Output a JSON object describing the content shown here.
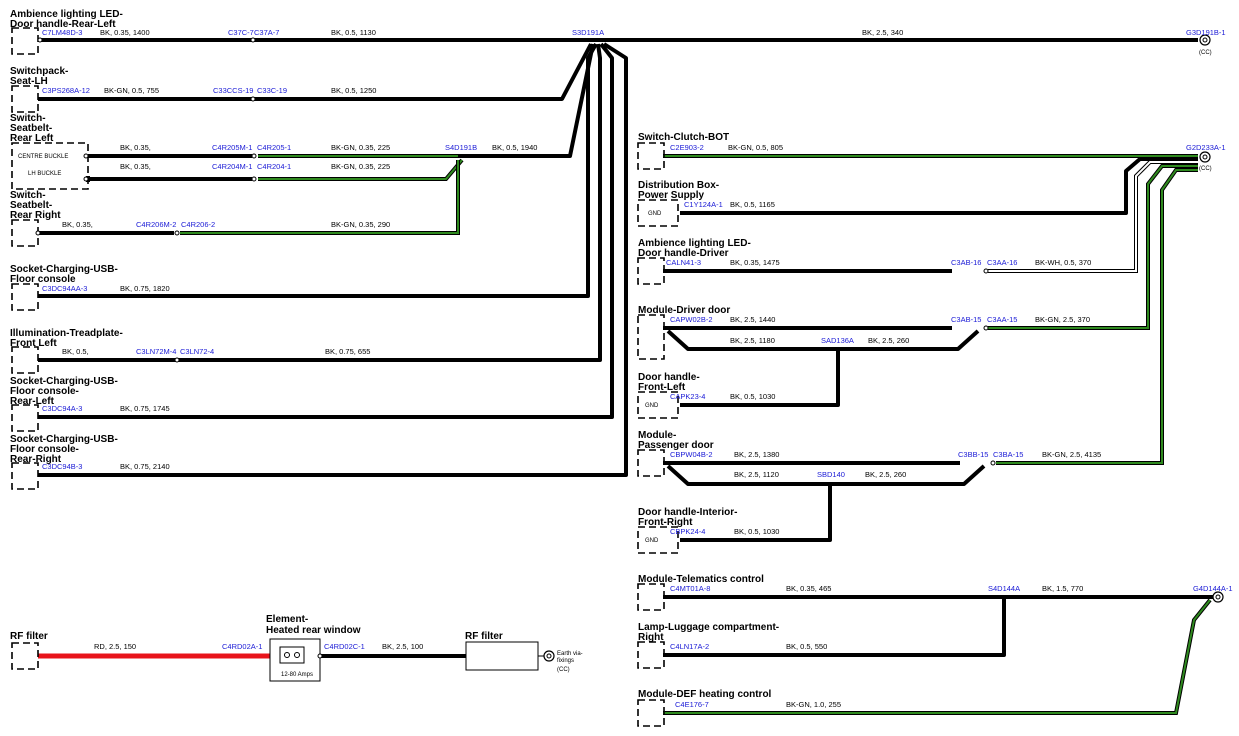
{
  "components": {
    "amb_rear_left": {
      "l1": "Ambience lighting LED-",
      "l2": "Door handle-Rear-Left"
    },
    "sw_seat_lh": {
      "l1": "Switchpack-",
      "l2": "Seat-LH"
    },
    "sw_belt_rl": {
      "l1": "Switch-",
      "l2": "Seatbelt-",
      "l3": "Rear Left",
      "centre": "CENTRE BUCKLE",
      "lh": "LH BUCKLE"
    },
    "sw_belt_rr": {
      "l1": "Switch-",
      "l2": "Seatbelt-",
      "l3": "Rear Right"
    },
    "usb_floor": {
      "l1": "Socket-Charging-USB-",
      "l2": "Floor console"
    },
    "tread_fl": {
      "l1": "Illumination-Treadplate-",
      "l2": "Front Left"
    },
    "usb_rl": {
      "l1": "Socket-Charging-USB-",
      "l2": "Floor console-",
      "l3": "Rear-Left"
    },
    "usb_rr": {
      "l1": "Socket-Charging-USB-",
      "l2": "Floor console-",
      "l3": "Rear-Right"
    },
    "sw_clutch": {
      "l1": "Switch-Clutch-BOT"
    },
    "dist_box": {
      "l1": "Distribution Box-",
      "l2": "Power Supply",
      "gnd": "GND"
    },
    "amb_driver": {
      "l1": "Ambience lighting LED-",
      "l2": "Door handle-Driver"
    },
    "mod_driver": {
      "l1": "Module-Driver door"
    },
    "dh_front_left": {
      "l1": "Door handle-",
      "l2": "Front-Left",
      "gnd": "GND"
    },
    "mod_pass": {
      "l1": "Module-",
      "l2": "Passenger door"
    },
    "dh_int_fr": {
      "l1": "Door handle-Interior-",
      "l2": "Front-Right",
      "gnd": "GND"
    },
    "telematics": {
      "l1": "Module-Telematics control"
    },
    "lamp_lug": {
      "l1": "Lamp-Luggage compartment-",
      "l2": "Right"
    },
    "def_heat": {
      "l1": "Module-DEF heating control"
    },
    "rf_filter1": {
      "l1": "RF filter"
    },
    "heated_rw": {
      "l1": "Element-",
      "l2": "Heated rear window",
      "amps": "12-80 Amps"
    },
    "rf_filter2": {
      "l1": "RF filter"
    },
    "earth": {
      "l1": "Earth via-",
      "l2": "fixings",
      "cc": "(CC)"
    }
  },
  "connectors": {
    "c7lm48d": "C7LM48D-3",
    "c37c": "C37C-7",
    "c37a": "C37A-7",
    "s3d191a": "S3D191A",
    "g3d191b": "G3D191B-1",
    "g3_cc": "(CC)",
    "c3ps268a": "C3PS268A-12",
    "c33cc": "C33CCS-19",
    "c33c": "C33C-19",
    "c4r205m": "C4R205M-1",
    "c4r205": "C4R205-1",
    "s4d191b": "S4D191B",
    "c4r204m": "C4R204M-1",
    "c4r204": "C4R204-1",
    "c4r206m": "C4R206M-2",
    "c4r206": "C4R206-2",
    "c3dc94aa": "C3DC94AA-3",
    "c3ln72m": "C3LN72M-4",
    "c3ln72": "C3LN72-4",
    "c3dc94a": "C3DC94A-3",
    "c3dc94b": "C3DC94B-3",
    "c2e903": "C2E903-2",
    "g2d233a": "G2D233A-1",
    "g2_cc": "(CC)",
    "c1y124a": "C1Y124A-1",
    "caln41": "CALN41-3",
    "c3ab16": "C3AB-16",
    "c3aa16": "C3AA-16",
    "capw02b": "CAPW02B-2",
    "c3ab15": "C3AB-15",
    "c3aa15": "C3AA-15",
    "sad136a": "SAD136A",
    "capk23": "CAPK23-4",
    "cbpw04b": "CBPW04B-2",
    "c3bb15": "C3BB-15",
    "c3ba15": "C3BA-15",
    "sbd140": "SBD140",
    "cbpk24": "CBPK24-4",
    "c4mt01a": "C4MT01A-8",
    "s4d144a": "S4D144A",
    "g4d144a": "G4D144A-1",
    "c4ln17a": "C4LN17A-2",
    "c4e176": "C4E176-7",
    "c4rd02a": "C4RD02A-1",
    "c4rd02c": "C4RD02C-1"
  },
  "wires": {
    "w1a": "BK, 0.35, 1400",
    "w1b": "BK, 0.5, 1130",
    "w1c": "BK, 2.5, 340",
    "w2a": "BK-GN, 0.5, 755",
    "w2b": "BK, 0.5, 1250",
    "w3a": "BK, 0.35,",
    "w3b": "BK-GN, 0.35, 225",
    "w3c": "BK, 0.5, 1940",
    "w4a": "BK, 0.35,",
    "w4b": "BK-GN, 0.35, 225",
    "w5a": "BK, 0.35,",
    "w5b": "BK-GN, 0.35, 290",
    "w6": "BK, 0.75, 1820",
    "w7a": "BK, 0.5,",
    "w7b": "BK, 0.75, 655",
    "w8": "BK, 0.75, 1745",
    "w9": "BK, 0.75, 2140",
    "w10": "BK-GN, 0.5, 805",
    "w11": "BK, 0.5, 1165",
    "w12a": "BK, 0.35, 1475",
    "w12b": "BK-WH, 0.5, 370",
    "w13a": "BK, 2.5, 1440",
    "w13b": "BK-GN, 2.5, 370",
    "w13c": "BK, 2.5, 1180",
    "w13d": "BK, 2.5, 260",
    "w14": "BK, 0.5, 1030",
    "w15a": "BK, 2.5, 1380",
    "w15b": "BK-GN, 2.5, 4135",
    "w15c": "BK, 2.5, 1120",
    "w15d": "BK, 2.5, 260",
    "w16": "BK, 0.5, 1030",
    "w17a": "BK, 0.35, 465",
    "w17b": "BK, 1.5, 770",
    "w18": "BK, 0.5, 550",
    "w19": "BK-GN, 1.0, 255",
    "w20": "RD, 2.5, 150",
    "w21": "BK, 2.5, 100"
  },
  "colors": {
    "black": "#000000",
    "green": "#2f8a1f",
    "red": "#e8141b",
    "connector_blue": "#1a1ad6"
  }
}
